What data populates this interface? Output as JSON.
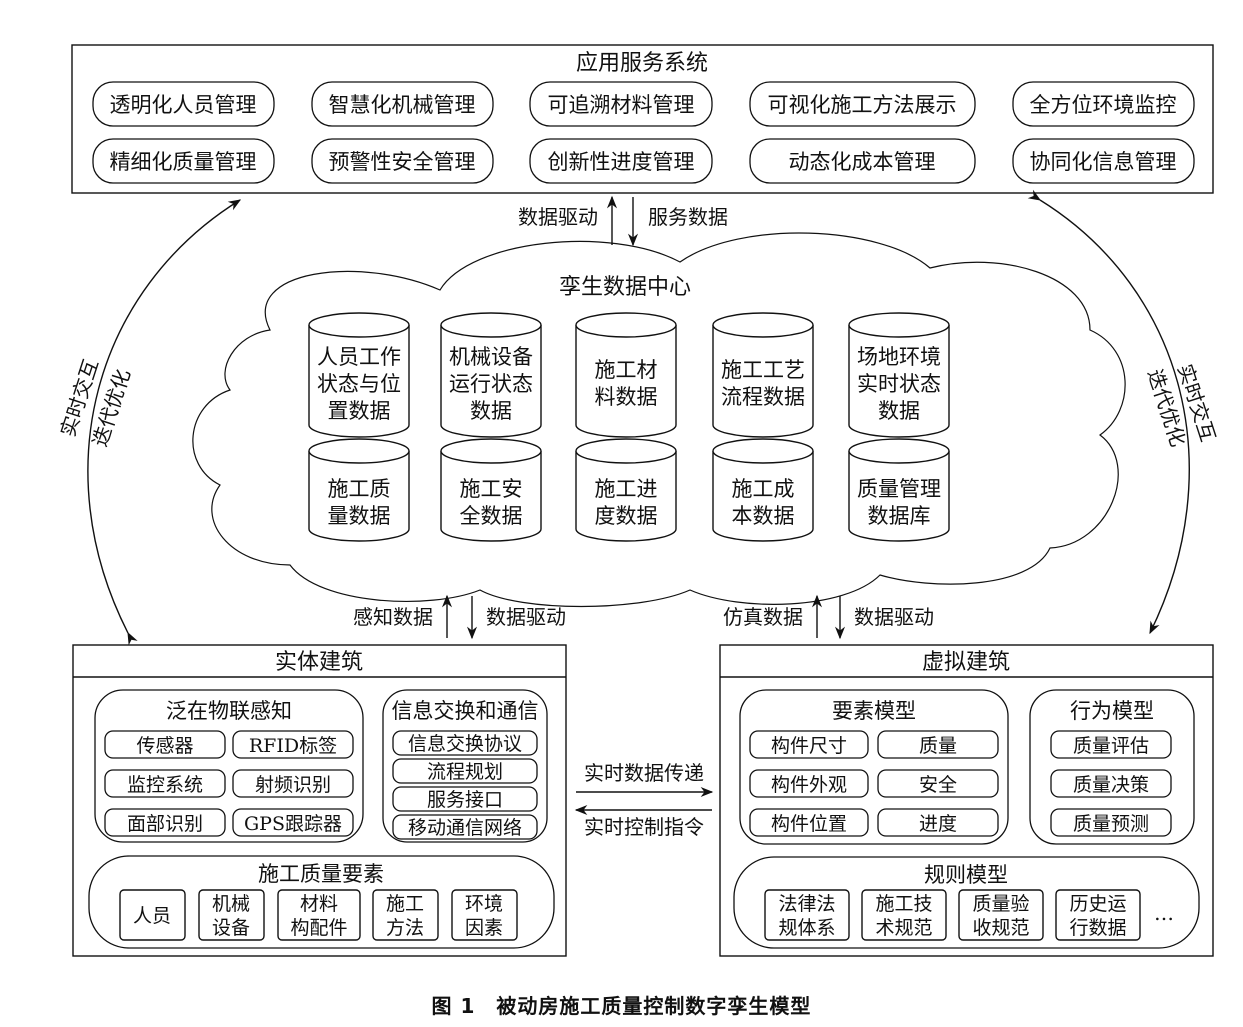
{
  "app_system": {
    "title": "应用服务系统",
    "rows": [
      [
        "透明化人员管理",
        "智慧化机械管理",
        "可追溯材料管理",
        "可视化施工方法展示",
        "全方位环境监控"
      ],
      [
        "精细化质量管理",
        "预警性安全管理",
        "创新性进度管理",
        "动态化成本管理",
        "协同化信息管理"
      ]
    ]
  },
  "top_arrows": {
    "up": "数据驱动",
    "down": "服务数据"
  },
  "data_center": {
    "title": "孪生数据中心",
    "rows": [
      [
        [
          "人员工作",
          "状态与位",
          "置数据"
        ],
        [
          "机械设备",
          "运行状态",
          "数据"
        ],
        [
          "施工材",
          "料数据"
        ],
        [
          "施工工艺",
          "流程数据"
        ],
        [
          "场地环境",
          "实时状态",
          "数据"
        ]
      ],
      [
        [
          "施工质",
          "量数据"
        ],
        [
          "施工安",
          "全数据"
        ],
        [
          "施工进",
          "度数据"
        ],
        [
          "施工成",
          "本数据"
        ],
        [
          "质量管理",
          "数据库"
        ]
      ]
    ]
  },
  "side_arcs": {
    "left": [
      "实时交互",
      "迭代优化"
    ],
    "right": [
      "实时交互",
      "迭代优化"
    ]
  },
  "bottom_left_arrows": {
    "up": "感知数据",
    "down": "数据驱动"
  },
  "bottom_right_arrows": {
    "up": "仿真数据",
    "down": "数据驱动"
  },
  "physical": {
    "title": "实体建筑",
    "iot": {
      "title": "泛在物联感知",
      "items": [
        "传感器",
        "RFID标签",
        "监控系统",
        "射频识别",
        "面部识别",
        "GPS跟踪器"
      ]
    },
    "comm": {
      "title": "信息交换和通信",
      "items": [
        "信息交换协议",
        "流程规划",
        "服务接口",
        "移动通信网络"
      ]
    },
    "quality": {
      "title": "施工质量要素",
      "items": [
        [
          "人员"
        ],
        [
          "机械",
          "设备"
        ],
        [
          "材料",
          "构配件"
        ],
        [
          "施工",
          "方法"
        ],
        [
          "环境",
          "因素"
        ]
      ]
    }
  },
  "middle_arrows": {
    "right": "实时数据传递",
    "left": "实时控制指令"
  },
  "virtual": {
    "title": "虚拟建筑",
    "element": {
      "title": "要素模型",
      "items": [
        "构件尺寸",
        "质量",
        "构件外观",
        "安全",
        "构件位置",
        "进度"
      ]
    },
    "behavior": {
      "title": "行为模型",
      "items": [
        "质量评估",
        "质量决策",
        "质量预测"
      ]
    },
    "rule": {
      "title": "规则模型",
      "items": [
        [
          "法律法",
          "规体系"
        ],
        [
          "施工技",
          "术规范"
        ],
        [
          "质量验",
          "收规范"
        ],
        [
          "历史运",
          "行数据"
        ]
      ],
      "more": "…"
    }
  },
  "caption": "图 1　被动房施工质量控制数字孪生模型"
}
